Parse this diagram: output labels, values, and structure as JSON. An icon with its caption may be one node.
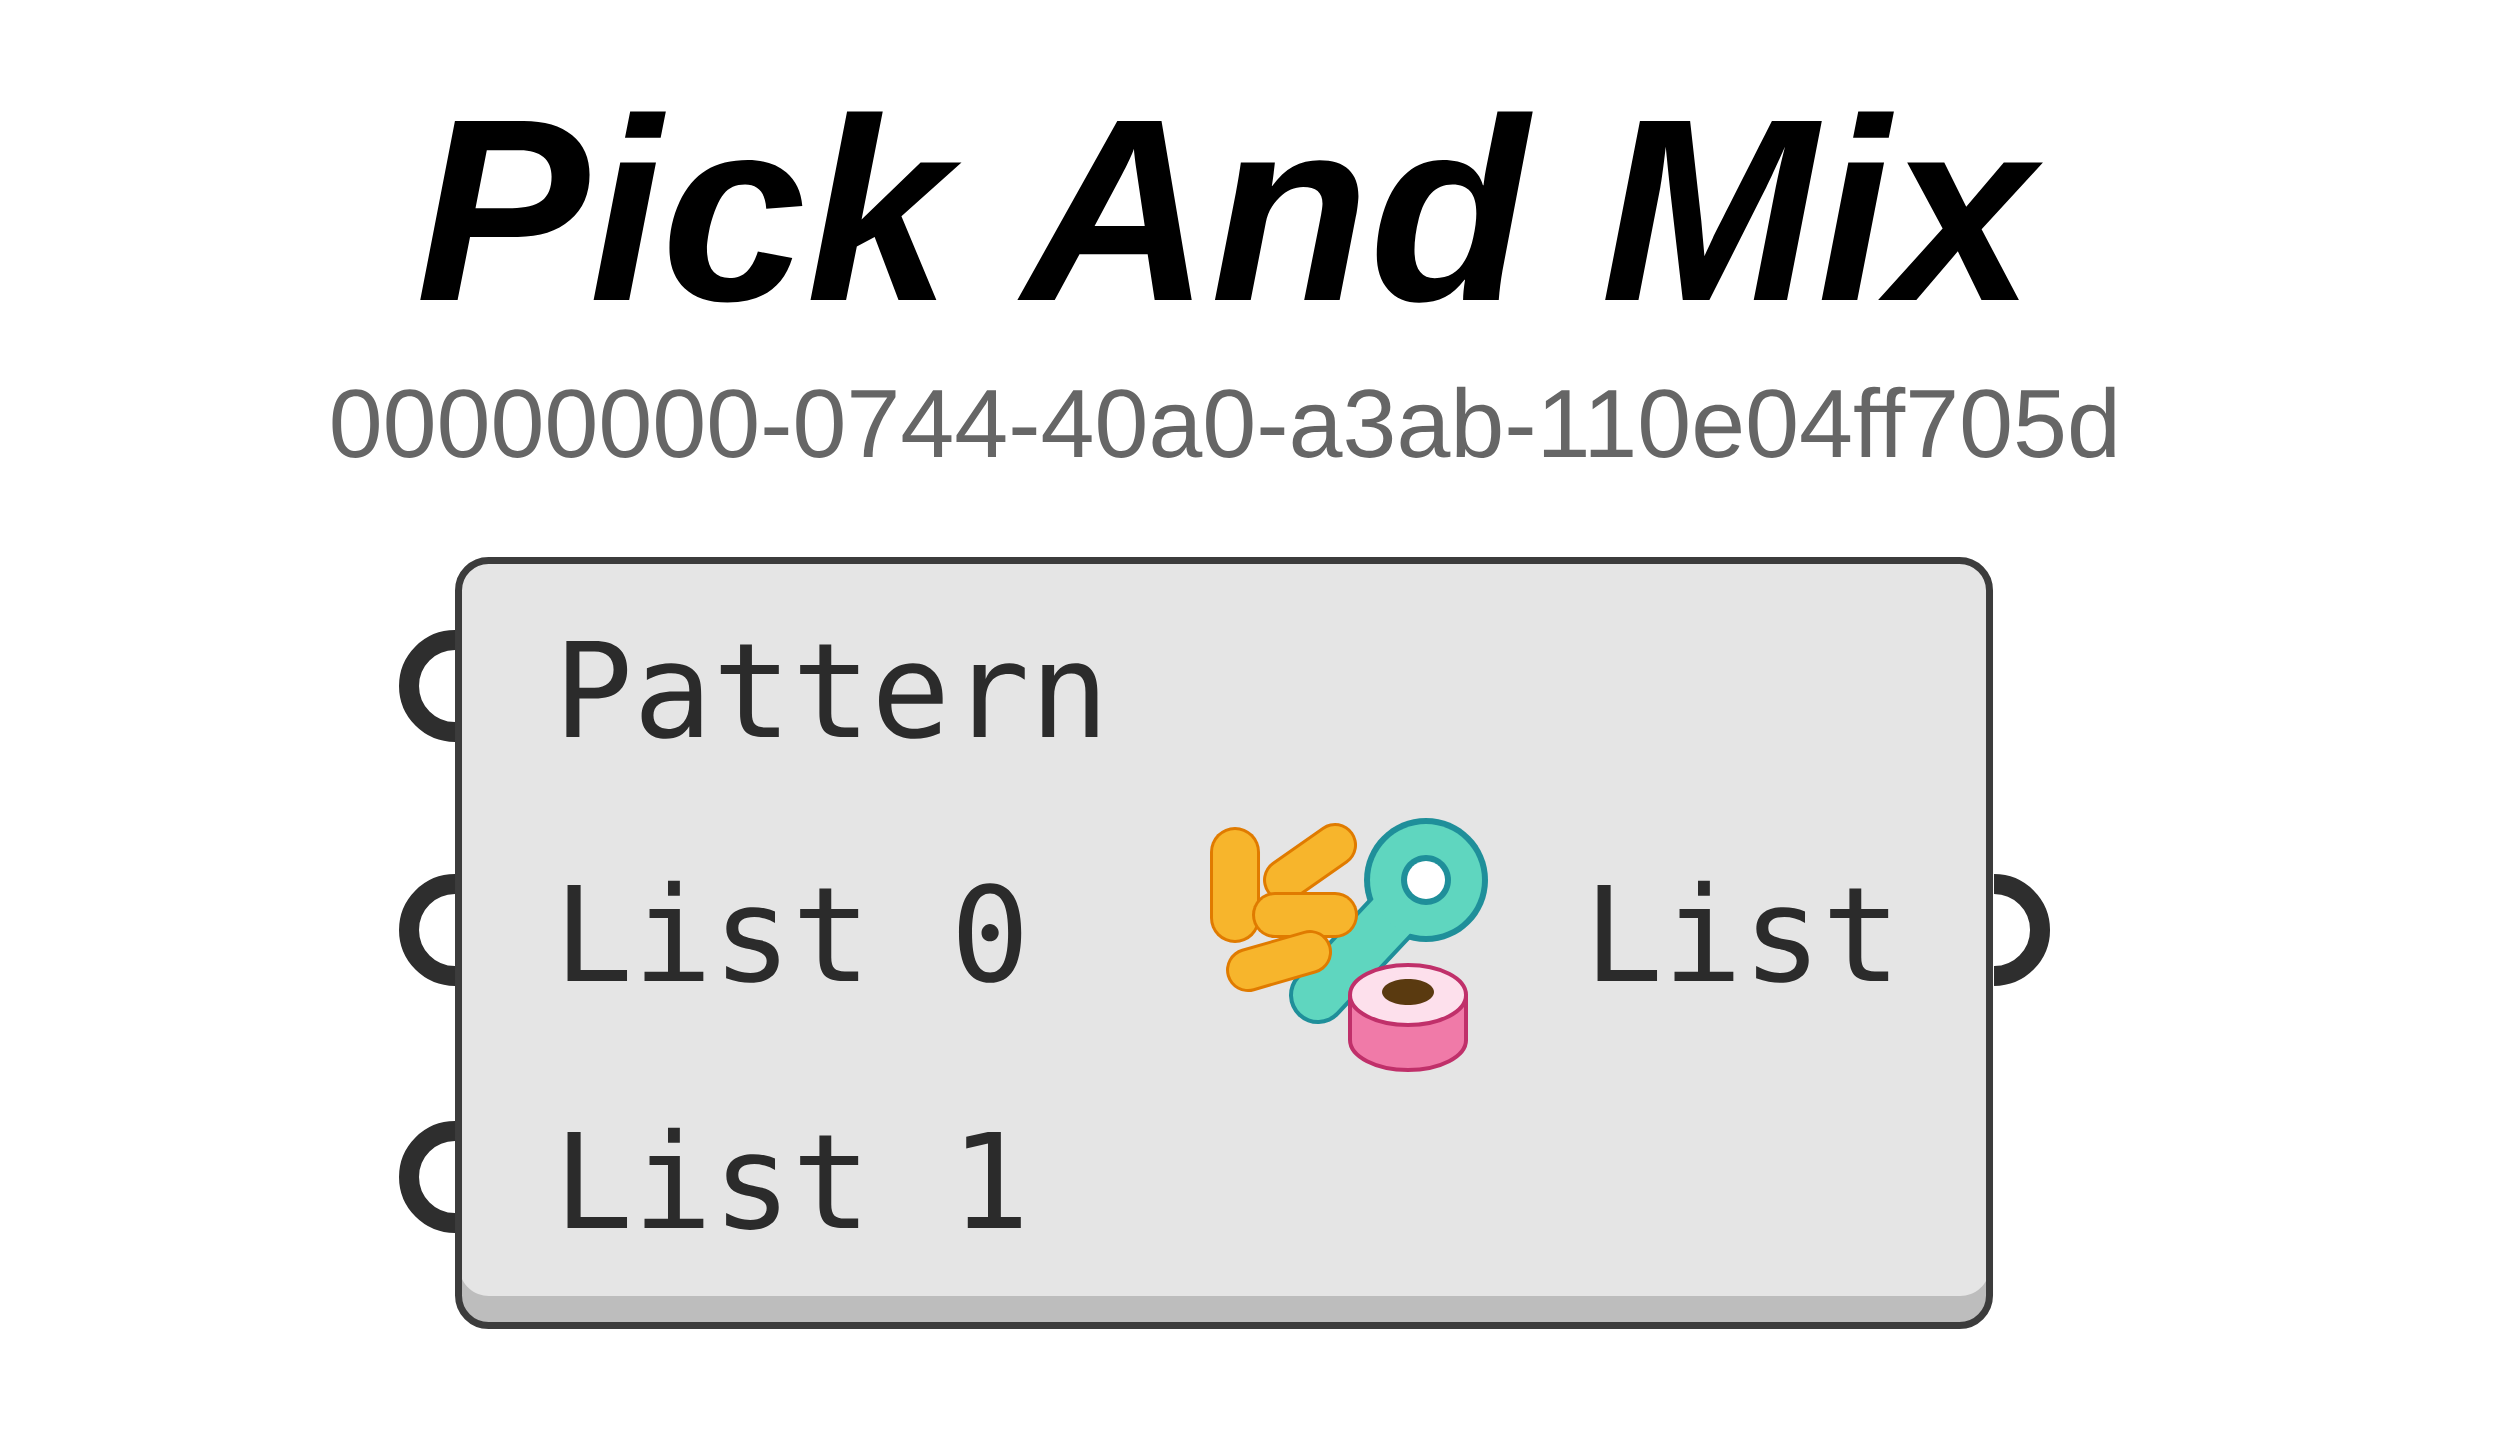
{
  "diagram": {
    "title": "Pick And Mix",
    "nodes": [
      {
        "text": [
          "Pattern",
          "List 0",
          "List 1",
          "List"
        ]
      }
    ],
    "labels": [
      "00000000-0744-40a0-a3ab-110e04ff705d"
    ]
  }
}
